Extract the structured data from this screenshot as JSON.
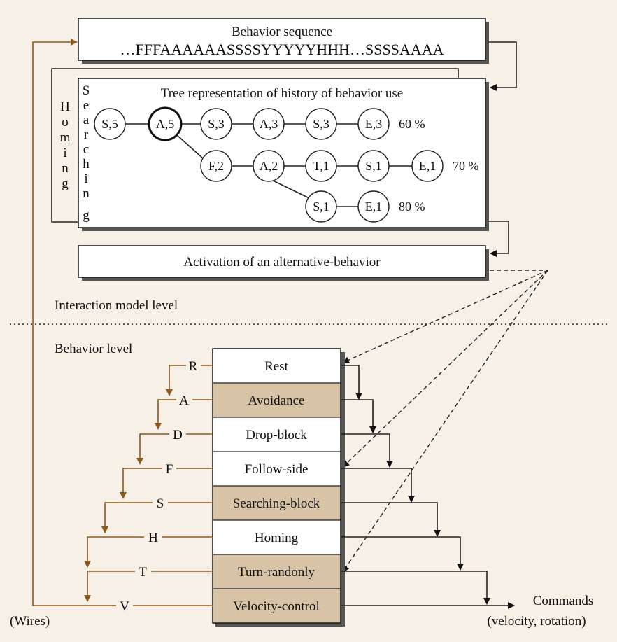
{
  "top": {
    "behavior_sequence_title": "Behavior sequence",
    "behavior_sequence": "…FFFAAAAAASSSSYYYYYHHH…SSSSAAAA",
    "tree_title": "Tree representation of history of behavior use",
    "homing_label": [
      "H",
      "o",
      "m",
      "i",
      "n",
      "g"
    ],
    "searching_label": [
      "S",
      "e",
      "a",
      "r",
      "c",
      "h",
      "i",
      "n",
      "g"
    ],
    "activation": "Activation of an alternative-behavior",
    "interaction_level": "Interaction model level"
  },
  "tree": {
    "nodes": [
      {
        "id": "n1",
        "label": "S,5",
        "bold": false
      },
      {
        "id": "n2",
        "label": "A,5",
        "bold": true
      },
      {
        "id": "n3",
        "label": "S,3",
        "bold": false
      },
      {
        "id": "n4",
        "label": "A,3",
        "bold": false
      },
      {
        "id": "n5",
        "label": "S,3",
        "bold": false
      },
      {
        "id": "n6",
        "label": "E,3",
        "bold": false
      },
      {
        "id": "n7",
        "label": "F,2",
        "bold": false
      },
      {
        "id": "n8",
        "label": "A,2",
        "bold": false
      },
      {
        "id": "n9",
        "label": "T,1",
        "bold": false
      },
      {
        "id": "n10",
        "label": "S,1",
        "bold": false
      },
      {
        "id": "n11",
        "label": "E,1",
        "bold": false
      },
      {
        "id": "n12",
        "label": "S,1",
        "bold": false
      },
      {
        "id": "n13",
        "label": "E,1",
        "bold": false
      }
    ],
    "percents": [
      "60 %",
      "70 %",
      "80 %"
    ]
  },
  "bottom": {
    "behavior_level": "Behavior level",
    "behaviors": [
      {
        "letter": "R",
        "name": "Rest",
        "shade": "white"
      },
      {
        "letter": "A",
        "name": "Avoidance",
        "shade": "tan"
      },
      {
        "letter": "D",
        "name": "Drop-block",
        "shade": "white"
      },
      {
        "letter": "F",
        "name": "Follow-side",
        "shade": "white"
      },
      {
        "letter": "S",
        "name": "Searching-block",
        "shade": "tan"
      },
      {
        "letter": "H",
        "name": "Homing",
        "shade": "white"
      },
      {
        "letter": "T",
        "name": "Turn-randonly",
        "shade": "tan"
      },
      {
        "letter": "V",
        "name": "Velocity-control",
        "shade": "tan"
      }
    ],
    "wires": "(Wires)",
    "commands": "Commands",
    "commands_sub": "(velocity, rotation)"
  },
  "colors": {
    "background": "#f7f0e6",
    "tan": "#d8c3a7",
    "wire_brown": "#8a5a1e"
  }
}
